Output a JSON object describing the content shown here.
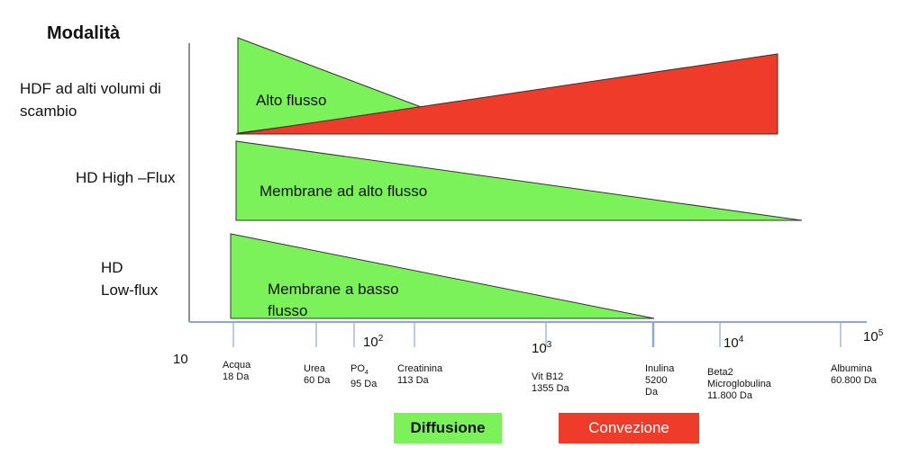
{
  "title": "Modalità",
  "rows": [
    {
      "label": "HDF ad alti volumi di scambio"
    },
    {
      "label": "HD High –Flux"
    },
    {
      "label_line1": "HD",
      "label_line2": "Low-flux"
    }
  ],
  "shapes": {
    "alto_flusso": "Alto flusso",
    "membrane_alto": "Membrane ad alto flusso",
    "membrane_basso_line1": "Membrane a basso",
    "membrane_basso_line2": "flusso"
  },
  "scale": [
    {
      "base": "10",
      "exp": ""
    },
    {
      "base": "10",
      "exp": "2"
    },
    {
      "base": "10",
      "exp": "3"
    },
    {
      "base": "10",
      "exp": "4"
    },
    {
      "base": "10",
      "exp": "5"
    }
  ],
  "molecules": [
    {
      "line1": "Acqua",
      "line2": "18 Da"
    },
    {
      "line1": "Urea",
      "line2": "60 Da"
    },
    {
      "line1": "PO",
      "sub": "4",
      "line2": "95 Da"
    },
    {
      "line1": "Creatinina",
      "line2": "113 Da"
    },
    {
      "line1": "Vit B12",
      "line2": "1355 Da"
    },
    {
      "line1": "Inulina",
      "line2": "5200",
      "line3": "Da"
    },
    {
      "line1": "Beta2",
      "line2": "Microglobulina",
      "line3": "11.800 Da"
    },
    {
      "line1": "Albumina",
      "line2": "60.800 Da"
    }
  ],
  "legend": {
    "diffusione": "Diffusione",
    "convezione": "Convezione"
  },
  "colors": {
    "diffusion_green": "#7cf25a",
    "convection_red": "#ee3b2a",
    "axis_blue": "#8fa8cf"
  }
}
